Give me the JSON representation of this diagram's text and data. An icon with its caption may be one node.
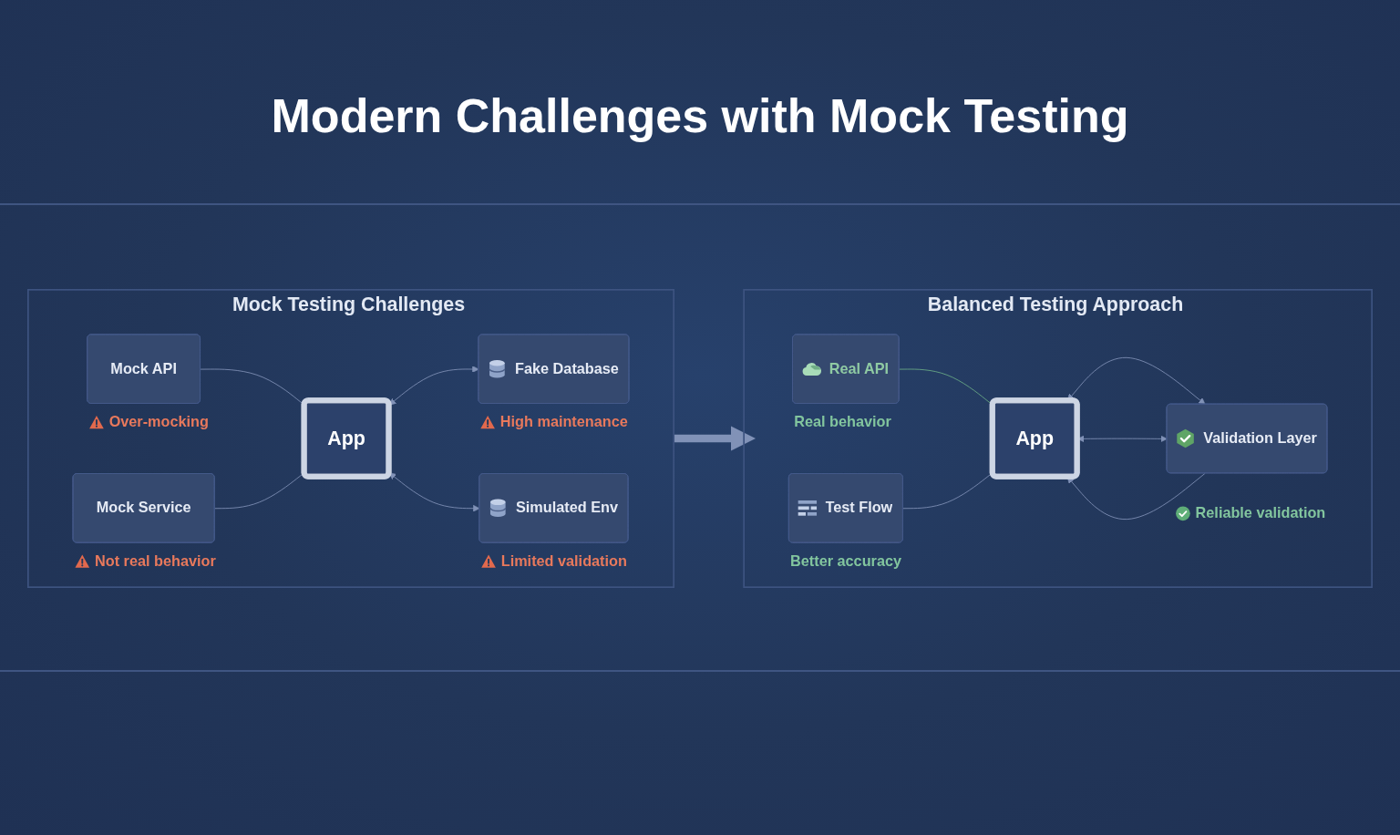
{
  "diagram": {
    "title": "Modern Challenges with Mock Testing",
    "nodes": [
      {
        "text": [
          "Mock Testing Challenges"
        ]
      },
      {
        "text": [
          "Mock API"
        ],
        "in": 0,
        "beside": [
          "Over-mocking"
        ]
      },
      {
        "text": [
          "Mock Service"
        ],
        "in": 0,
        "beside": [
          "Not real behavior"
        ]
      },
      {
        "text": [
          "App"
        ],
        "in": 0
      },
      {
        "text": [
          "Fake Database"
        ],
        "in": 0,
        "beside": [
          "High maintenance"
        ]
      },
      {
        "text": [
          "Simulated Env"
        ],
        "in": 0,
        "beside": [
          "Limited validation"
        ]
      },
      {
        "text": [
          "Balanced Testing Approach"
        ]
      },
      {
        "text": [
          "Real API"
        ],
        "in": 6,
        "beside": [
          "Real behavior"
        ]
      },
      {
        "text": [
          "Test Flow"
        ],
        "in": 6,
        "beside": [
          "Better accuracy"
        ]
      },
      {
        "text": [
          "App"
        ],
        "in": 6
      },
      {
        "text": [
          "Validation Layer"
        ],
        "in": 6,
        "beside": [
          "Reliable validation"
        ]
      }
    ],
    "edges": [
      {
        "from": 1,
        "to": 3,
        "arrow": "none"
      },
      {
        "from": 2,
        "to": 3,
        "arrow": "none"
      },
      {
        "from": 3,
        "to": 4,
        "arrow": "both"
      },
      {
        "from": 3,
        "to": 5,
        "arrow": "both"
      },
      {
        "from": 7,
        "to": 9,
        "arrow": "none",
        "color": "#6aab86"
      },
      {
        "from": 8,
        "to": 9,
        "arrow": "none"
      },
      {
        "from": 9,
        "to": 10,
        "arrow": "both"
      },
      {
        "from": 9,
        "to": 10,
        "arrow": "both"
      },
      {
        "from": 10,
        "to": 9,
        "arrow": "to"
      },
      {
        "from": 0,
        "to": 6,
        "arrow": "to",
        "style": "thick"
      }
    ]
  }
}
